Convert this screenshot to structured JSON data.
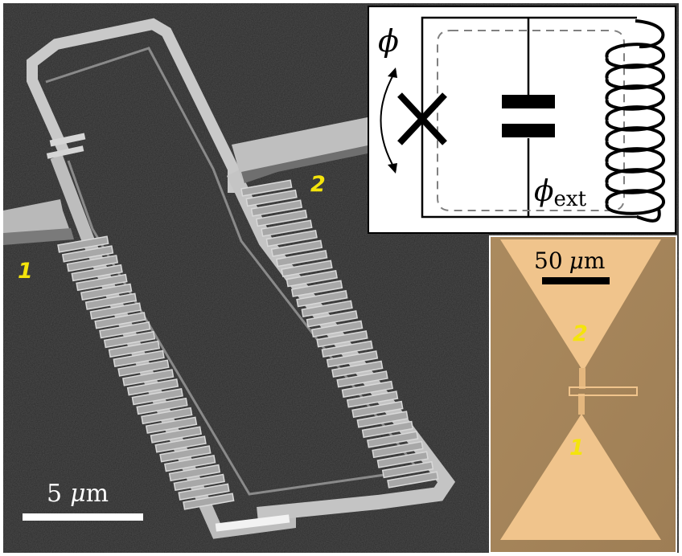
{
  "sem": {
    "scale_value": "5",
    "scale_unit_symbol": "μ",
    "scale_unit": "m",
    "port_label_1": "1",
    "port_label_2": "2"
  },
  "circuit": {
    "phi": "ϕ",
    "phi_ext_symbol": "ϕ",
    "phi_ext_subscript": "ext"
  },
  "optical": {
    "scale_value": "50",
    "scale_unit_symbol": "μ",
    "scale_unit": "m",
    "label_top": "2",
    "label_bottom": "1"
  },
  "colors": {
    "sem_background": "#262626",
    "sem_metal": "#c9c9c9",
    "annotation_yellow": "#f4e40c",
    "optical_background": "#a7855a",
    "optical_pad": "#f0c48c",
    "circuit_line": "#000000",
    "circuit_dashed": "#808080"
  }
}
